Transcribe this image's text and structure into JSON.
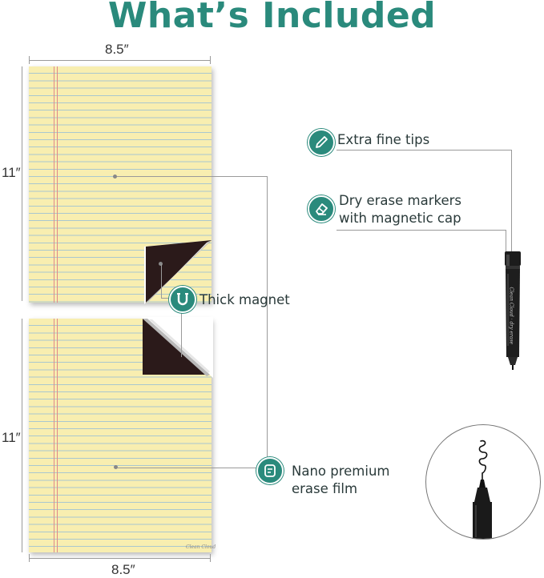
{
  "title": "What’s Included",
  "top_pad": {
    "width_label": "8.5″",
    "height_label": "11″"
  },
  "bottom_pad": {
    "width_label": "8.5″",
    "height_label": "11″",
    "brand_mark": "Clean Cloud"
  },
  "features": [
    {
      "label": "Extra fine tips",
      "icon": "pen-tip-icon"
    },
    {
      "label_line1": "Dry erase markers",
      "label_line2": "with magnetic cap",
      "icon": "eraser-icon"
    },
    {
      "label": "Thick magnet",
      "icon": "magnet-icon"
    },
    {
      "label_line1": "Nano premium",
      "label_line2": "erase film",
      "icon": "film-icon"
    }
  ],
  "marker": {
    "brand_text": "Clean Cloud · dry erase"
  },
  "colors": {
    "accent": "#2a8a7c",
    "paper": "#f8eeb0",
    "rule_line": "#a9c7cf",
    "margin_line": "#e08a8a",
    "magnet": "#2b1a1a"
  }
}
